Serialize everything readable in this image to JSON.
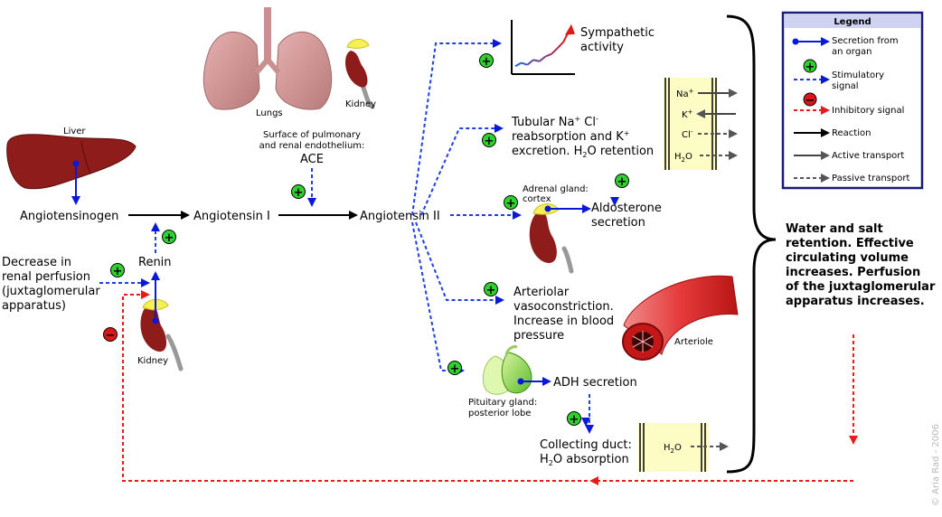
{
  "colors": {
    "secretion": "#0a18d8",
    "stimulatory": "#1f3fe0",
    "inhibitory": "#e81a1a",
    "reaction": "#000000",
    "active_transport": "#444444",
    "passive_transport": "#555555",
    "plus_badge": "#2ed12e",
    "minus_badge": "#d81818",
    "organ_red": "#8e1c1a",
    "membrane_fill": "#fdfcc4"
  },
  "labels": {
    "liver": "Liver",
    "lungs": "Lungs",
    "kidney_top": "Kidney",
    "kidney_bottom": "Kidney",
    "angiotensinogen": "Angiotensinogen",
    "angiotensin_1": "Angiotensin I",
    "angiotensin_2": "Angiotensin II",
    "renin": "Renin",
    "ace_line1": "Surface of pulmonary",
    "ace_line2": "and renal endothelium:",
    "ace_line3": "ACE",
    "decrease_line1": "Decrease in",
    "decrease_line2": "renal perfusion",
    "decrease_line3": "(juxtaglomerular",
    "decrease_line4": "apparatus)",
    "sympathetic_line1": "Sympathetic",
    "sympathetic_line2": "activity",
    "tubular_line1_a": "Tubular Na",
    "tubular_line1_sup1": "+",
    "tubular_line1_b": " Cl",
    "tubular_line1_sup2": "-",
    "tubular_line2_a": "reabsorption and K",
    "tubular_line2_sup": "+",
    "tubular_line3_a": "excretion. H",
    "tubular_line3_sub": "2",
    "tubular_line3_b": "O retention",
    "adrenal_line1": "Adrenal gland:",
    "adrenal_line2": "cortex",
    "aldosterone_line1": "Aldosterone",
    "aldosterone_line2": "secretion",
    "arteriolar_line1": "Arteriolar",
    "arteriolar_line2": "vasoconstriction.",
    "arteriolar_line3": "Increase in blood",
    "arteriolar_line4": "pressure",
    "arteriole": "Arteriole",
    "pituitary_line1": "Pituitary gland:",
    "pituitary_line2": "posterior lobe",
    "adh": "ADH secretion",
    "collecting_line1": "Collecting duct:",
    "collecting_line2_a": "H",
    "collecting_line2_sub": "2",
    "collecting_line2_b": "O absorption",
    "water_line1": "Water and salt",
    "water_line2": "retention. Effective",
    "water_line3": "circulating volume",
    "water_line4": "increases. Perfusion",
    "water_line5": "of the juxtaglomerular",
    "water_line6": "apparatus increases.",
    "ion_na": "Na",
    "ion_na_sup": "+",
    "ion_k": "K",
    "ion_k_sup": "+",
    "ion_cl": "Cl",
    "ion_cl_sup": "-",
    "ion_h2o_a": "H",
    "ion_h2o_sub": "2",
    "ion_h2o_b": "O",
    "duct_h2o_a": "H",
    "duct_h2o_sub": "2",
    "duct_h2o_b": "O",
    "copyright": "© Aria Rad - 2006",
    "plus": "+",
    "minus": "−"
  },
  "legend": {
    "title": "Legend",
    "items": [
      {
        "line1": "Secretion from",
        "line2": "an organ"
      },
      {
        "line1": "Stimulatory",
        "line2": "signal"
      },
      {
        "line1": "Inhibitory signal",
        "line2": ""
      },
      {
        "line1": "Reaction",
        "line2": ""
      },
      {
        "line1": "Active transport",
        "line2": ""
      },
      {
        "line1": "Passive transport",
        "line2": ""
      }
    ]
  },
  "sympathetic_chart": {
    "series": [
      0.05,
      0.12,
      0.08,
      0.18,
      0.15,
      0.25,
      0.3,
      0.42,
      0.55,
      0.8
    ]
  }
}
